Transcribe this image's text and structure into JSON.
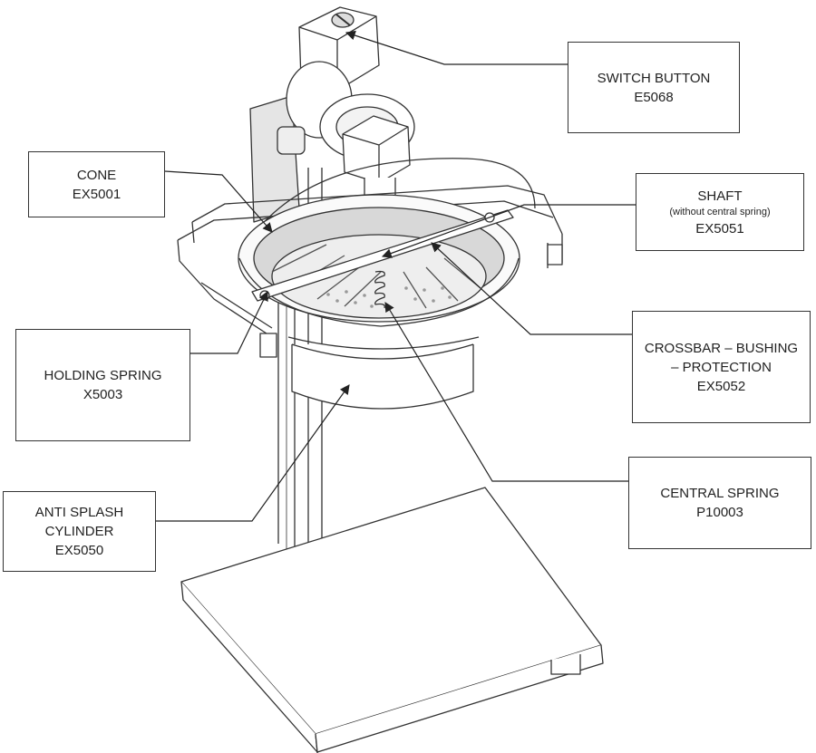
{
  "labels": {
    "switch_button": {
      "name": "SWITCH BUTTON",
      "code": "E5068"
    },
    "cone": {
      "name": "CONE",
      "code": "EX5001"
    },
    "shaft": {
      "name": "SHAFT",
      "note": "(without central spring)",
      "code": "EX5051"
    },
    "crossbar": {
      "name_line1": "CROSSBAR – BUSHING",
      "name_line2": "– PROTECTION",
      "code": "EX5052"
    },
    "holding_spring": {
      "name": "HOLDING SPRING",
      "code": "X5003"
    },
    "central_spring": {
      "name": "CENTRAL SPRING",
      "code": "P10003"
    },
    "anti_splash": {
      "name_line1": "ANTI SPLASH",
      "name_line2": "CYLINDER",
      "code": "EX5050"
    }
  },
  "colors": {
    "line": "#333333",
    "fill": "#ffffff",
    "shade": "#cfcfcf"
  }
}
